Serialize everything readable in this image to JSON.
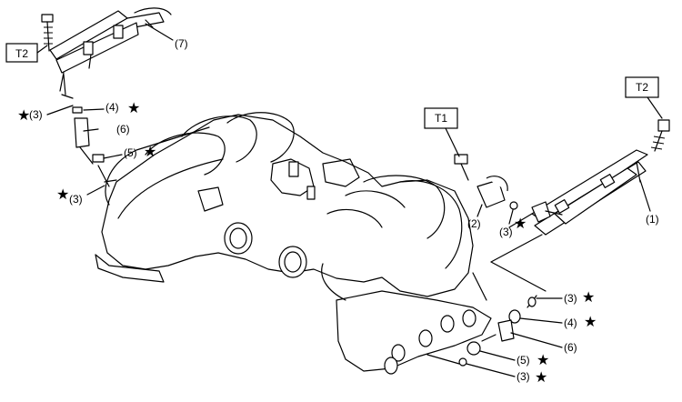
{
  "torque_boxes": {
    "t2_top_left": "T2",
    "t1": "T1",
    "t2_right": "T2"
  },
  "callouts": {
    "fuel_pipe_right": "(1)",
    "pressure_regulator": "(2)",
    "oring_regulator": "(3)",
    "left_oring_upper": "(3)",
    "left_ring_4": "(4)",
    "left_injector": "(6)",
    "left_ring_5": "(5)",
    "left_oring_lower": "(3)",
    "fuel_pipe_left": "(7)",
    "right_oring_upper": "(3)",
    "right_ring_4": "(4)",
    "right_injector": "(6)",
    "right_ring_5": "(5)",
    "right_oring_lower": "(3)"
  },
  "replace_mark": "★"
}
